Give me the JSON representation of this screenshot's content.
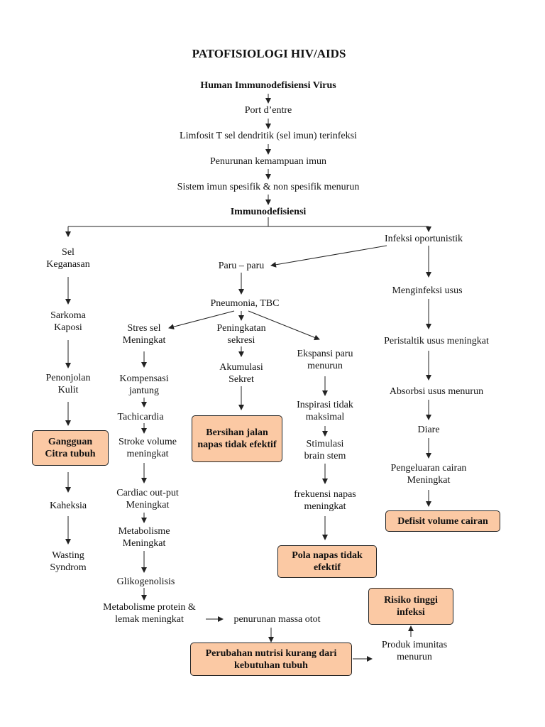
{
  "title": "PATOFISIOLOGI HIV/AIDS",
  "spine": {
    "human": "Human Immunodefisiensi Virus",
    "port": "Port d’entre",
    "limfosit": "Limfosit T sel dendritik (sel imun) terinfeksi",
    "penurunan": "Penurunan kemampuan imun",
    "sistem": "Sistem imun spesifik & non spesifik menurun",
    "immuno": "Immunodefisiensi"
  },
  "left": {
    "sel_1": "Sel",
    "sel_2": "Keganasan",
    "sarkoma_1": "Sarkoma",
    "sarkoma_2": "Kaposi",
    "penonjolan_1": "Penonjolan",
    "penonjolan_2": "Kulit",
    "gangguan_1": "Gangguan",
    "gangguan_2": "Citra tubuh",
    "kaheksia": "Kaheksia",
    "wasting_1": "Wasting",
    "wasting_2": "Syndrom"
  },
  "paru": {
    "paru": "Paru – paru",
    "pneumonia": "Pneumonia, TBC"
  },
  "stres": {
    "stres_1": "Stres sel",
    "stres_2": "Meningkat",
    "kompensasi_1": "Kompensasi",
    "kompensasi_2": "jantung",
    "tachi": "Tachicardia",
    "stroke_1": "Stroke volume",
    "stroke_2": "meningkat",
    "cardiac_1": "Cardiac out-put",
    "cardiac_2": "Meningkat",
    "metab_1": "Metabolisme",
    "metab_2": "Meningkat",
    "glikogen": "Glikogenolisis",
    "protein_1": "Metabolisme protein &",
    "protein_2": "lemak meningkat",
    "massa": "penurunan massa otot",
    "nutrisi_1": "Perubahan nutrisi kurang dari",
    "nutrisi_2": "kebutuhan tubuh"
  },
  "sekresi": {
    "pening_1": "Peningkatan",
    "pening_2": "sekresi",
    "akum_1": "Akumulasi",
    "akum_2": "Sekret",
    "bersihan_1": "Bersihan jalan",
    "bersihan_2": "napas tidak efektif"
  },
  "ekspansi": {
    "eks_1": "Ekspansi paru",
    "eks_2": "menurun",
    "insp_1": "Inspirasi tidak",
    "insp_2": "maksimal",
    "stim_1": "Stimulasi",
    "stim_2": "brain stem",
    "frek_1": "frekuensi napas",
    "frek_2": "meningkat",
    "pola_1": "Pola napas tidak",
    "pola_2": "efektif"
  },
  "right": {
    "infeksi": "Infeksi oportunistik",
    "mengin": "Menginfeksi usus",
    "peris": "Peristaltik usus meningkat",
    "absorb": "Absorbsi usus menurun",
    "diare": "Diare",
    "pengel_1": "Pengeluaran cairan",
    "pengel_2": "Meningkat",
    "defisit": "Defisit volume cairan",
    "risiko_1": "Risiko tinggi",
    "risiko_2": "infeksi",
    "produk_1": "Produk imunitas",
    "produk_2": "menurun"
  },
  "colors": {
    "box_fill": "#fbc9a4",
    "line": "#222222"
  }
}
